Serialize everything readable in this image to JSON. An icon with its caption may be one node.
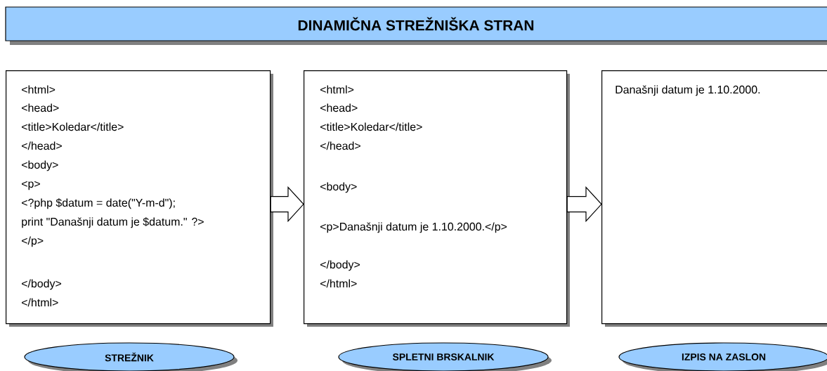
{
  "diagram": {
    "title": "DINAMIČNA STREŽNIŠKA STRAN",
    "nodes": [
      {
        "text": [
          "<html>",
          "<head>",
          "<title>Koledar</title>",
          "</head>",
          "<body>",
          "<p>",
          "<?php $datum = date(\"Y-m-d\");",
          "print \"Današnji datum je $datum.\" ?>",
          "</p>",
          "</body>",
          "</html>"
        ]
      },
      {
        "text": [
          "<html>",
          "<head>",
          "<title>Koledar</title>",
          "</head>",
          "<body>",
          "<p>Današnji datum je 1.10.2000.</p>",
          "</body>",
          "</html>"
        ]
      },
      {
        "text": [
          "Današnji datum je 1.10.2000."
        ]
      },
      {
        "text": [
          "STREŽNIK"
        ]
      },
      {
        "text": [
          "SPLETNI BRSKALNIK"
        ]
      },
      {
        "text": [
          "IZPIS NA ZASLON"
        ]
      }
    ],
    "edges": [
      {
        "from": 0,
        "to": 1,
        "arrow": "to"
      },
      {
        "from": 1,
        "to": 2,
        "arrow": "to"
      }
    ]
  }
}
